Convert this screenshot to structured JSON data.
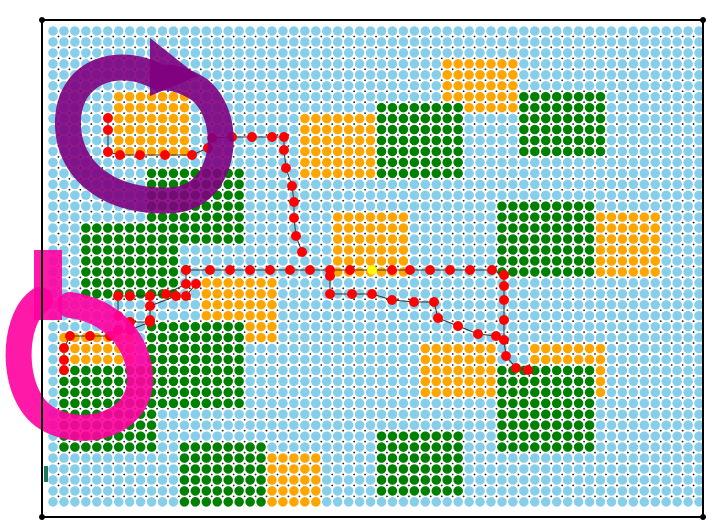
{
  "colors": {
    "background": "#ffffff",
    "grid_dot": "#87ceeb",
    "small_dot": "#222222",
    "orange": "#ffa500",
    "green": "#008000",
    "path_red": "#ff0000",
    "highlight_yellow": "#ffff00",
    "arrow_purple": "#800080",
    "arrow_magenta": "#ff00a0",
    "border": "#000000"
  },
  "grid": {
    "cols": 60,
    "rows": 44
  },
  "regions": {
    "orange": [
      {
        "c0": 6,
        "c1": 12,
        "r0": 6,
        "r1": 11
      },
      {
        "c0": 23,
        "c1": 29,
        "r0": 8,
        "r1": 13
      },
      {
        "c0": 36,
        "c1": 42,
        "r0": 3,
        "r1": 7
      },
      {
        "c0": 26,
        "c1": 32,
        "r0": 17,
        "r1": 22
      },
      {
        "c0": 50,
        "c1": 55,
        "r0": 17,
        "r1": 22
      },
      {
        "c0": 14,
        "c1": 20,
        "r0": 23,
        "r1": 28
      },
      {
        "c0": 1,
        "c1": 7,
        "r0": 28,
        "r1": 32
      },
      {
        "c0": 34,
        "c1": 40,
        "r0": 29,
        "r1": 33
      },
      {
        "c0": 44,
        "c1": 50,
        "r0": 29,
        "r1": 33
      },
      {
        "c0": 20,
        "c1": 24,
        "r0": 39,
        "r1": 43
      }
    ],
    "green": [
      {
        "c0": 30,
        "c1": 37,
        "r0": 7,
        "r1": 13
      },
      {
        "c0": 43,
        "c1": 50,
        "r0": 6,
        "r1": 11
      },
      {
        "c0": 9,
        "c1": 17,
        "r0": 13,
        "r1": 19
      },
      {
        "c0": 3,
        "c1": 11,
        "r0": 18,
        "r1": 24
      },
      {
        "c0": 41,
        "c1": 49,
        "r0": 16,
        "r1": 22
      },
      {
        "c0": 9,
        "c1": 17,
        "r0": 27,
        "r1": 34
      },
      {
        "c0": 1,
        "c1": 9,
        "r0": 31,
        "r1": 38
      },
      {
        "c0": 41,
        "c1": 49,
        "r0": 31,
        "r1": 38
      },
      {
        "c0": 30,
        "c1": 37,
        "r0": 37,
        "r1": 42
      },
      {
        "c0": 12,
        "c1": 19,
        "r0": 38,
        "r1": 43
      }
    ]
  },
  "path": {
    "segments": [
      [
        [
          108,
          118
        ],
        [
          108,
          130
        ],
        [
          108,
          152
        ],
        [
          120,
          155
        ],
        [
          140,
          155
        ],
        [
          165,
          155
        ],
        [
          192,
          155
        ],
        [
          208,
          148
        ],
        [
          212,
          138
        ],
        [
          232,
          137
        ],
        [
          252,
          137
        ],
        [
          272,
          137
        ],
        [
          284,
          137
        ],
        [
          284,
          150
        ],
        [
          286,
          168
        ],
        [
          292,
          186
        ],
        [
          294,
          202
        ],
        [
          294,
          218
        ],
        [
          296,
          236
        ],
        [
          302,
          252
        ]
      ],
      [
        [
          186,
          270
        ],
        [
          210,
          270
        ],
        [
          230,
          270
        ],
        [
          250,
          270
        ],
        [
          270,
          270
        ],
        [
          290,
          270
        ],
        [
          310,
          270
        ],
        [
          330,
          270
        ],
        [
          350,
          270
        ],
        [
          372,
          270
        ],
        [
          392,
          270
        ],
        [
          410,
          270
        ],
        [
          430,
          270
        ],
        [
          450,
          270
        ],
        [
          470,
          270
        ],
        [
          492,
          270
        ],
        [
          504,
          275
        ],
        [
          504,
          286
        ],
        [
          504,
          300
        ],
        [
          504,
          320
        ],
        [
          504,
          340
        ],
        [
          506,
          356
        ],
        [
          516,
          368
        ],
        [
          528,
          370
        ]
      ],
      [
        [
          330,
          276
        ],
        [
          330,
          294
        ],
        [
          352,
          294
        ],
        [
          372,
          294
        ],
        [
          392,
          300
        ],
        [
          414,
          302
        ],
        [
          434,
          302
        ],
        [
          438,
          318
        ],
        [
          458,
          326
        ],
        [
          478,
          334
        ],
        [
          496,
          336
        ]
      ],
      [
        [
          186,
          270
        ],
        [
          186,
          284
        ],
        [
          166,
          294
        ],
        [
          150,
          296
        ],
        [
          130,
          296
        ],
        [
          118,
          296
        ],
        [
          118,
          316
        ],
        [
          130,
          322
        ],
        [
          150,
          322
        ],
        [
          130,
          330
        ],
        [
          118,
          330
        ],
        [
          110,
          336
        ],
        [
          90,
          336
        ],
        [
          70,
          336
        ],
        [
          64,
          348
        ],
        [
          64,
          360
        ],
        [
          64,
          370
        ]
      ],
      [
        [
          196,
          284
        ],
        [
          186,
          296
        ],
        [
          176,
          296
        ],
        [
          150,
          306
        ],
        [
          150,
          320
        ]
      ]
    ],
    "highlight": [
      372,
      270
    ]
  },
  "arrows": [
    {
      "name": "purple-circle-arrow"
    },
    {
      "name": "magenta-circle-arrow"
    }
  ]
}
